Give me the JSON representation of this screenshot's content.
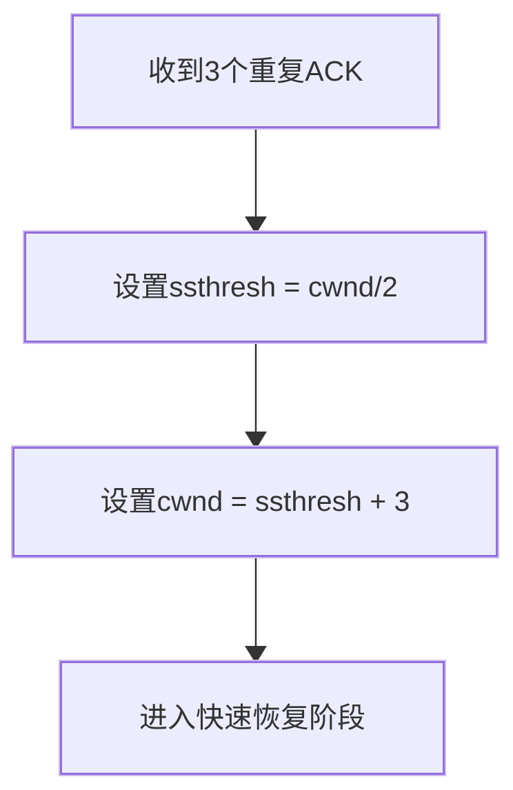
{
  "diagram": {
    "type": "flowchart",
    "direction": "top-down",
    "colors": {
      "background": "#ffffff",
      "node_fill": "#ECECFF",
      "node_border": "#9370DB",
      "text_color": "#333333",
      "arrow_color": "#333333"
    },
    "nodes": [
      {
        "id": "n1",
        "label": "收到3个重复ACK"
      },
      {
        "id": "n2",
        "label": "设置ssthresh = cwnd/2"
      },
      {
        "id": "n3",
        "label": "设置cwnd = ssthresh + 3"
      },
      {
        "id": "n4",
        "label": "进入快速恢复阶段"
      }
    ],
    "edges": [
      {
        "from": "n1",
        "to": "n2",
        "style": "arrow-down"
      },
      {
        "from": "n2",
        "to": "n3",
        "style": "arrow-down"
      },
      {
        "from": "n3",
        "to": "n4",
        "style": "arrow-down"
      }
    ]
  }
}
